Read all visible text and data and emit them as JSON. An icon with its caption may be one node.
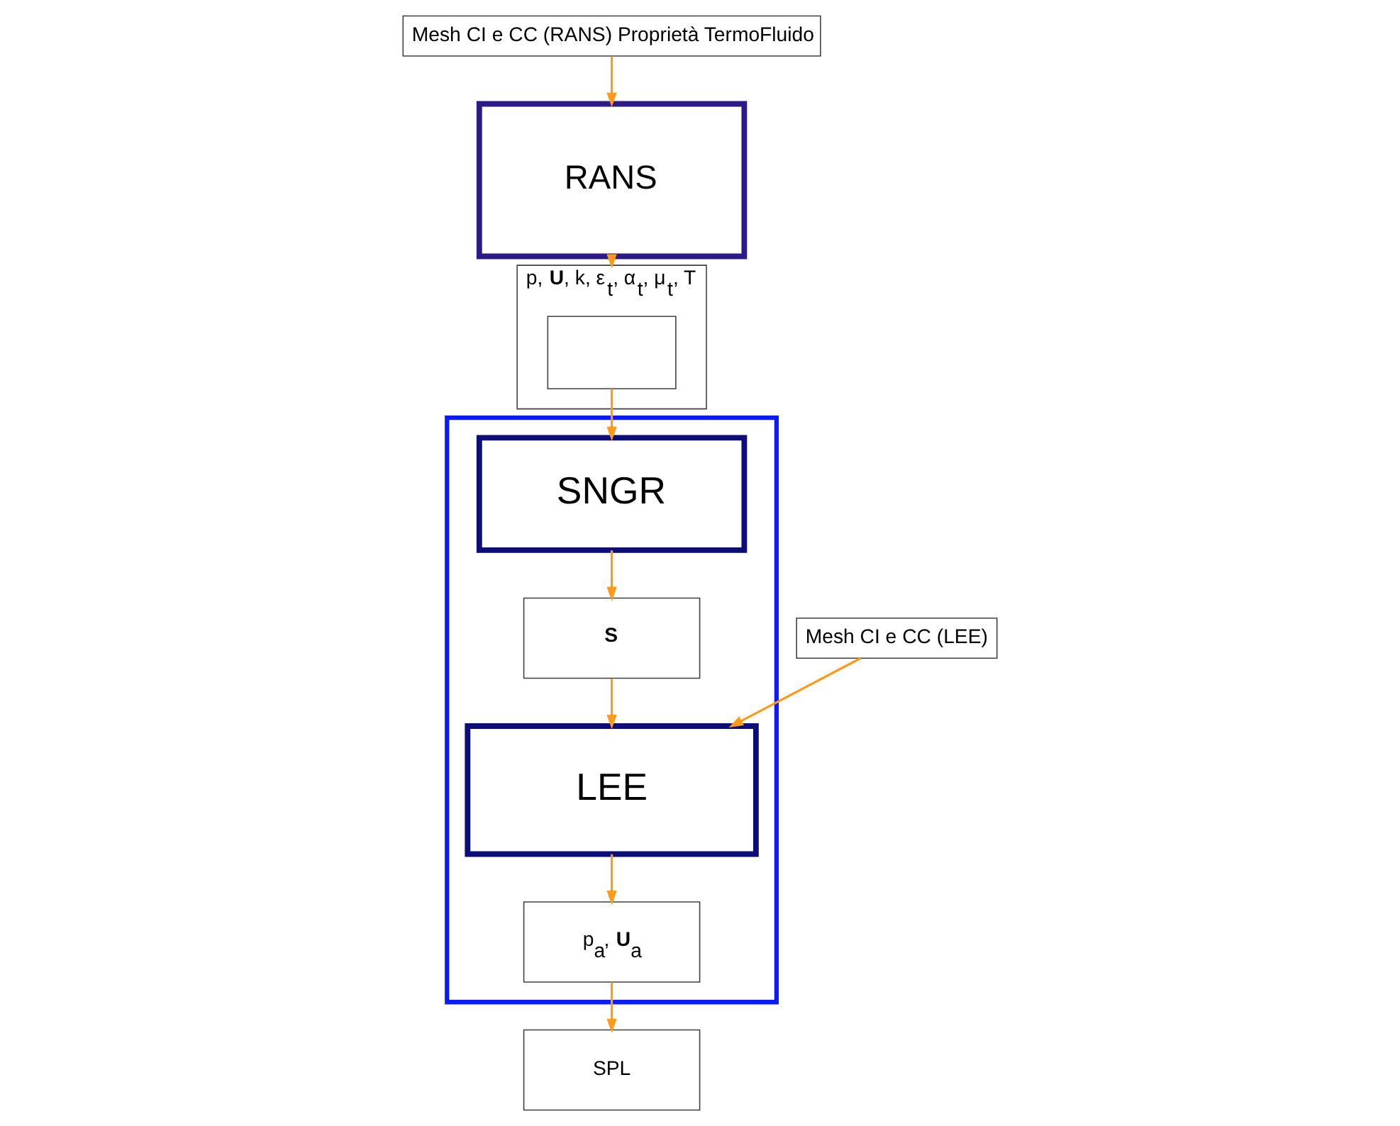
{
  "diagram": {
    "nodes": [
      {
        "text": [
          "Mesh CI e CC (RANS) Proprietà TermoFluido"
        ]
      },
      {
        "text": [
          "RANS"
        ]
      },
      {
        "text": [
          "p, **U**, k, ε$_{t}$, α$_{t}$, μ$_{t}$, T"
        ]
      },
      {
        "text": [],
        "shape": "box",
        "in": 2
      },
      {
        "text": [
          "Mesh CI e CC (LEE)"
        ]
      },
      {
        "text": [],
        "shape": "box"
      },
      {
        "text": [
          "SNGR"
        ],
        "in": 5
      },
      {
        "text": [
          "S"
        ],
        "in": 5
      },
      {
        "text": [
          "LEE"
        ],
        "in": 5
      },
      {
        "text": [
          "SPL"
        ]
      },
      {
        "text": [
          "p$_{a}$, **U**$_{a}$"
        ],
        "in": 5
      }
    ],
    "edges": [
      {
        "from": 0,
        "to": 1,
        "arrow": "to"
      },
      {
        "from": 1,
        "to": 2,
        "arrow": "to"
      },
      {
        "from": 3,
        "to": 6,
        "arrow": "to"
      },
      {
        "from": 6,
        "to": 7,
        "arrow": "to"
      },
      {
        "from": 7,
        "to": 8,
        "arrow": "to"
      },
      {
        "from": 4,
        "to": 8,
        "arrow": "to"
      },
      {
        "from": 8,
        "to": 10,
        "arrow": "to"
      },
      {
        "from": 10,
        "to": 9,
        "arrow": "to"
      }
    ]
  }
}
